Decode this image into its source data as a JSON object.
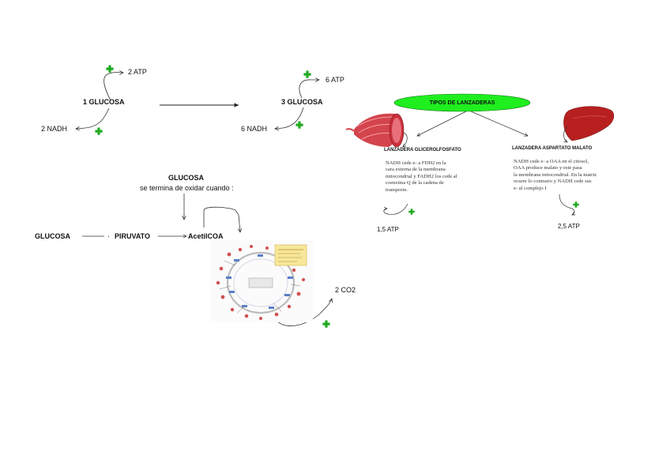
{
  "top_pathway": {
    "left_node": "1 GLUCOSA",
    "left_gain": "2 ATP",
    "left_loss": "2 NADH",
    "right_node": "3 GLUCOSA",
    "right_gain": "6 ATP",
    "right_loss": "6 NADH"
  },
  "oxidation": {
    "title": "GLUCOSA",
    "subtitle": "se termina de oxidar cuando :",
    "chain": [
      "GLUCOSA",
      "PIRUVATO",
      "AcetilCOA"
    ],
    "output": "2 CO2"
  },
  "shuttles": {
    "header": "TIPOS DE LANZADERAS",
    "left": {
      "title": "LANZADERA GLICEROLFOSFATO",
      "text_lines": [
        "NADH cede e- a FDH2 en la",
        "cara externa de la membrana",
        "mitocondrial y FADH2 los cede al",
        "coenzima Q de la cadena de",
        "transporte."
      ],
      "result": "1,5 ATP"
    },
    "right": {
      "title": "LANZADERA ASPARTATO MALATO",
      "text_lines": [
        "NADH cede e- a OAA en el citosol,",
        "OAA produce malato y este pasa",
        "la membrana mitocondrial. En la matriz",
        "ocurre lo contrario y NADH cede sus",
        "e- al complejo I"
      ],
      "result": "2,5 ATP"
    }
  },
  "colors": {
    "plus_green": "#22aa22",
    "ellipse_green": "#1fee1f",
    "muscle_red": "#c8303a",
    "liver_red": "#b82020"
  },
  "icons": [
    "plus-icon",
    "muscle-icon",
    "liver-icon",
    "krebs-cycle-thumbnail"
  ]
}
